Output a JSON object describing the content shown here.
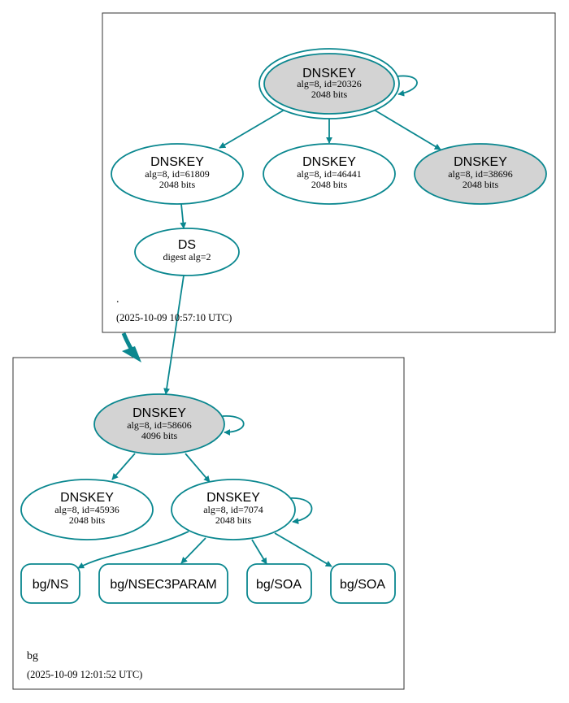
{
  "colors": {
    "edge": "#0a878f",
    "node_outline": "#0a878f",
    "key_signing_fill": "#d3d3d3",
    "plain_fill": "#ffffff",
    "cluster_border": "#333333"
  },
  "zones": {
    "root": {
      "name": ".",
      "timestamp": "(2025-10-09 10:57:10 UTC)"
    },
    "bg": {
      "name": "bg",
      "timestamp": "(2025-10-09 12:01:52 UTC)"
    }
  },
  "nodes": {
    "root_ksk": {
      "title": "DNSKEY",
      "line1": "alg=8, id=20326",
      "line2": "2048 bits",
      "fill": "gray",
      "double_border": true
    },
    "root_zsk1": {
      "title": "DNSKEY",
      "line1": "alg=8, id=61809",
      "line2": "2048 bits",
      "fill": "white"
    },
    "root_zsk2": {
      "title": "DNSKEY",
      "line1": "alg=8, id=46441",
      "line2": "2048 bits",
      "fill": "white"
    },
    "root_key3": {
      "title": "DNSKEY",
      "line1": "alg=8, id=38696",
      "line2": "2048 bits",
      "fill": "gray"
    },
    "ds": {
      "title": "DS",
      "line1": "digest alg=2"
    },
    "bg_ksk": {
      "title": "DNSKEY",
      "line1": "alg=8, id=58606",
      "line2": "4096 bits",
      "fill": "gray"
    },
    "bg_zsk1": {
      "title": "DNSKEY",
      "line1": "alg=8, id=45936",
      "line2": "2048 bits",
      "fill": "white"
    },
    "bg_zsk2": {
      "title": "DNSKEY",
      "line1": "alg=8, id=7074",
      "line2": "2048 bits",
      "fill": "white"
    }
  },
  "rrsets": {
    "ns": "bg/NS",
    "nsec3param": "bg/NSEC3PARAM",
    "soa1": "bg/SOA",
    "soa2": "bg/SOA"
  }
}
